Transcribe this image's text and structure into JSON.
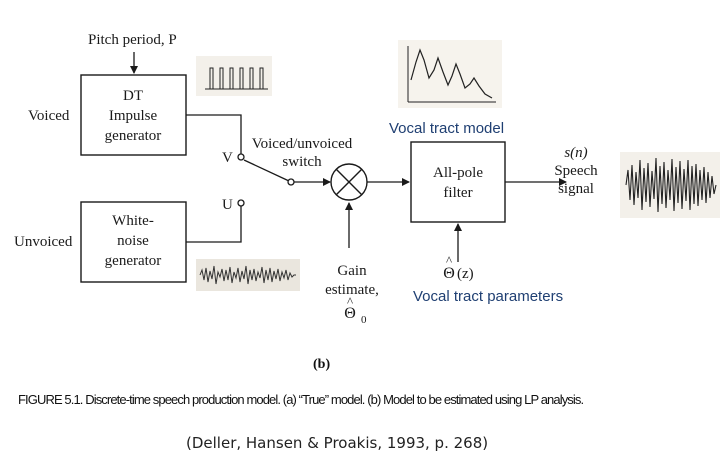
{
  "diagram": {
    "pitch_label": "Pitch period, P",
    "voiced_label": "Voiced",
    "unvoiced_label": "Unvoiced",
    "dt_impulse": [
      "DT",
      "Impulse",
      "generator"
    ],
    "white_noise": [
      "White-",
      "noise",
      "generator"
    ],
    "switch_v": "V",
    "switch_u": "U",
    "switch_label": [
      "Voiced/unvoiced",
      "switch"
    ],
    "gain_label": [
      "Gain",
      "estimate,"
    ],
    "gain_symbol": "Θ",
    "gain_hat": "^",
    "gain_subscript": "0",
    "filter_label": [
      "All-pole",
      "filter"
    ],
    "theta_symbol": "Θ",
    "theta_hat": "^",
    "theta_arg": "(z)",
    "output_label": [
      "s(n)",
      "Speech",
      "signal"
    ],
    "vocal_tract_model": "Vocal tract model",
    "vocal_tract_params": "Vocal tract parameters",
    "panel": "(b)"
  },
  "caption": "FIGURE 5.1. Discrete-time speech production model. (a) “True” model. (b) Model to be estimated using LP analysis.",
  "citation": "(Deller, Hansen & Proakis, 1993, p. 268)",
  "colors": {
    "annotation": "#1f3f72",
    "line": "#1a1a1a",
    "thumb_bg": "#eae6de"
  }
}
